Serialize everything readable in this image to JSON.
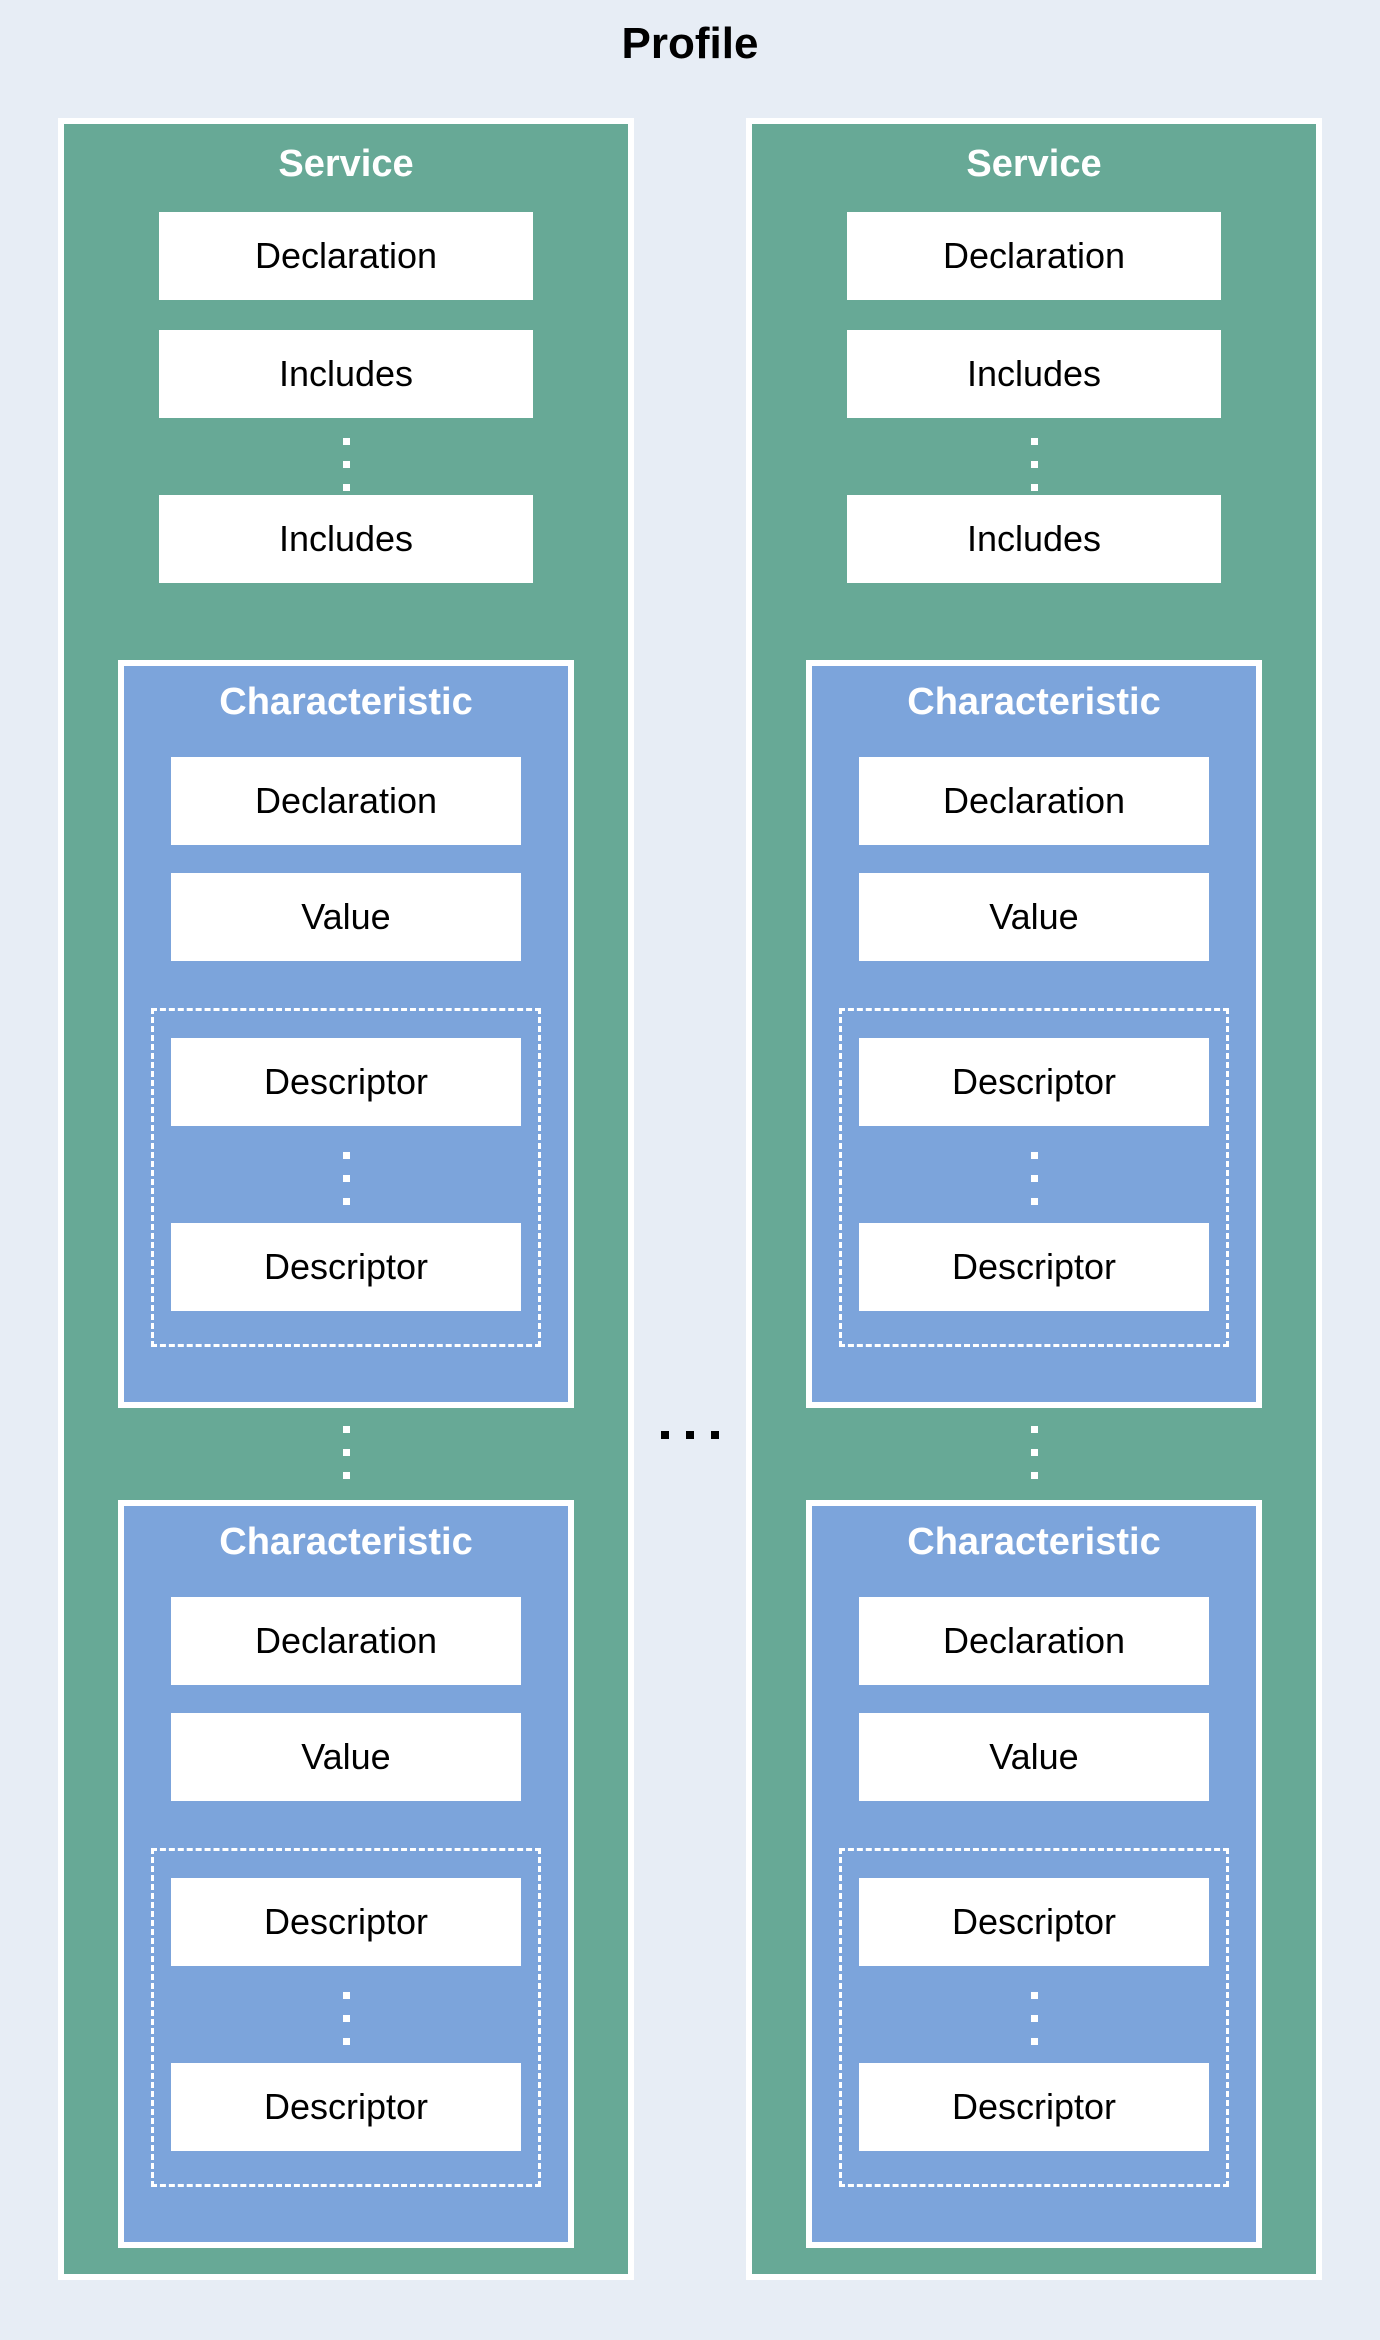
{
  "page": {
    "title": "Profile"
  },
  "colors": {
    "background": "#e7edf5",
    "service_fill": "#67a996",
    "characteristic_fill": "#7ca4db",
    "node_fill": "#ffffff",
    "node_text": "#000000",
    "heading_text": "#ffffff",
    "ellipsis_dots_between_services": "#000000",
    "ellipsis_dots_inside_panels": "#ffffff"
  },
  "services": [
    {
      "title": "Service",
      "declaration": "Declaration",
      "includes": [
        "Includes",
        "Includes"
      ],
      "characteristics": [
        {
          "title": "Characteristic",
          "declaration": "Declaration",
          "value": "Value",
          "descriptors": [
            "Descriptor",
            "Descriptor"
          ]
        },
        {
          "title": "Characteristic",
          "declaration": "Declaration",
          "value": "Value",
          "descriptors": [
            "Descriptor",
            "Descriptor"
          ]
        }
      ]
    },
    {
      "title": "Service",
      "declaration": "Declaration",
      "includes": [
        "Includes",
        "Includes"
      ],
      "characteristics": [
        {
          "title": "Characteristic",
          "declaration": "Declaration",
          "value": "Value",
          "descriptors": [
            "Descriptor",
            "Descriptor"
          ]
        },
        {
          "title": "Characteristic",
          "declaration": "Declaration",
          "value": "Value",
          "descriptors": [
            "Descriptor",
            "Descriptor"
          ]
        }
      ]
    }
  ]
}
